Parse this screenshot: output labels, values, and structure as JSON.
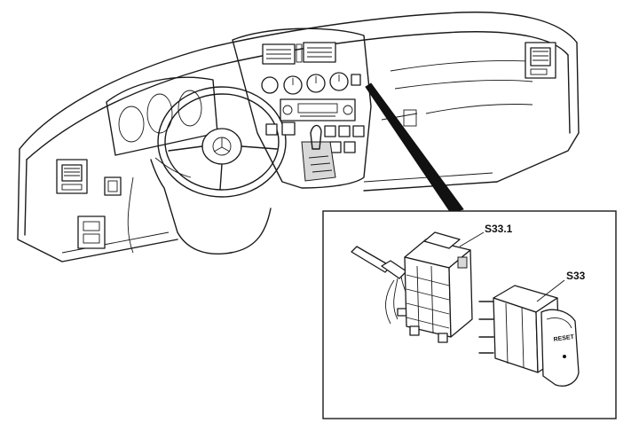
{
  "callouts": {
    "relay_connector": "S33.1",
    "switch": "S33"
  },
  "switch_face_text": "RESET",
  "colors": {
    "line": "#1a1a1a",
    "background": "#ffffff"
  }
}
